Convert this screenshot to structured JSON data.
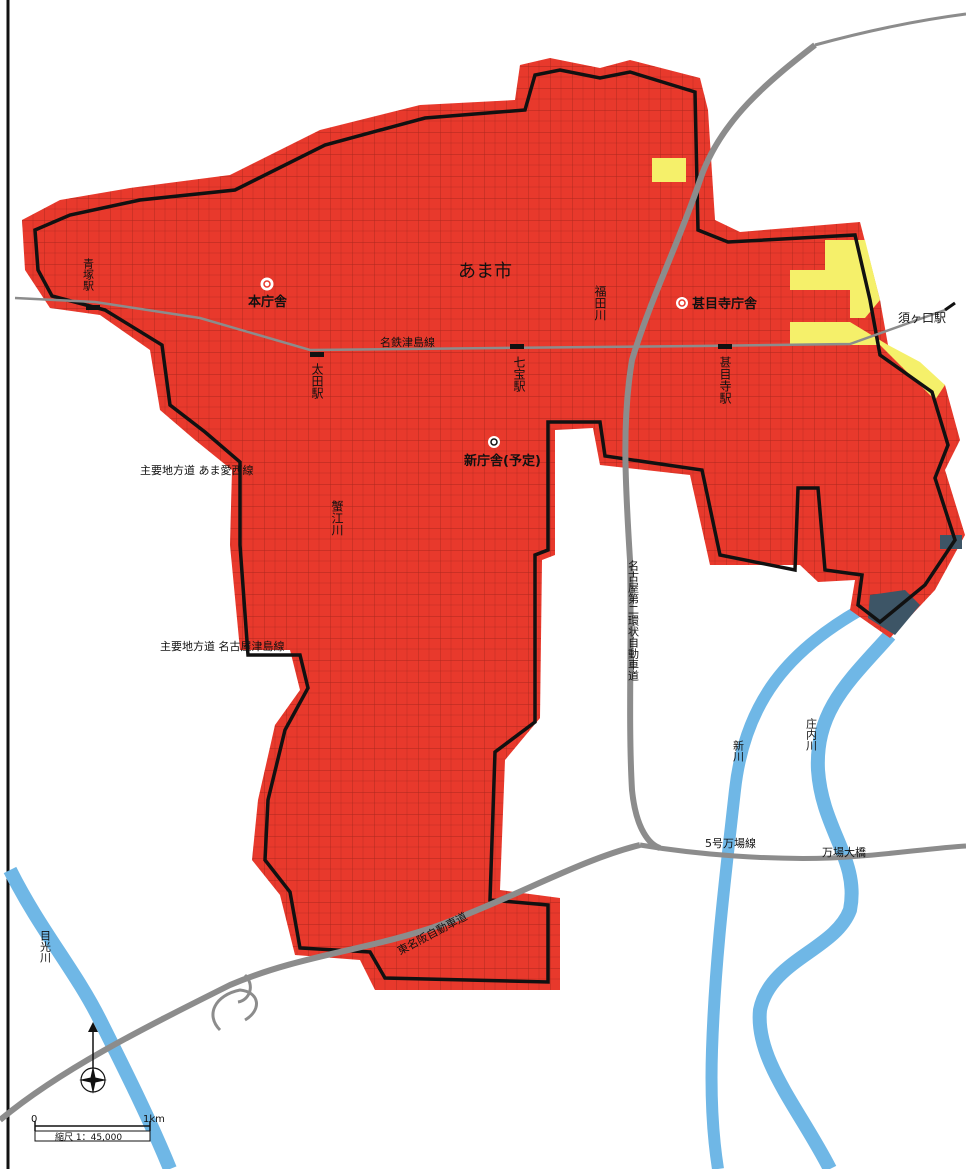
{
  "map": {
    "city_label": "あま市",
    "offices": {
      "main": "本庁舎",
      "jimokuji": "甚目寺庁舎",
      "new": "新庁舎(予定)"
    },
    "stations": {
      "aotsuka": "青塚駅",
      "ota": "太田駅",
      "shippo": "七宝駅",
      "jimokuji": "甚目寺駅",
      "sukaguchi": "須ヶ口駅"
    },
    "rail_line": "名鉄津島線",
    "roads": {
      "ama_aisai": "主要地方道 あま愛西線",
      "nagoya_tsushima": "主要地方道 名古屋津島線",
      "ring_expressway": "名古屋第二環状自動車道",
      "higashi_meihan": "東名阪自動車道",
      "manba_line": "5号万場線",
      "manba_bridge": "万場大橋"
    },
    "rivers": {
      "fukuda": "福田川",
      "kanie": "蟹江川",
      "shin": "新川",
      "shonai": "庄内川",
      "nikko": "目光川"
    },
    "scale": {
      "start": "0",
      "end": "1km",
      "ratio": "縮尺 1：45,000"
    },
    "colors": {
      "hazard_red": "#e8392c",
      "hazard_yellow": "#f5f06a",
      "hazard_dark": "#3d5566",
      "river": "#6fb7e6",
      "road": "#8c8c8c",
      "boundary": "#111111"
    }
  }
}
